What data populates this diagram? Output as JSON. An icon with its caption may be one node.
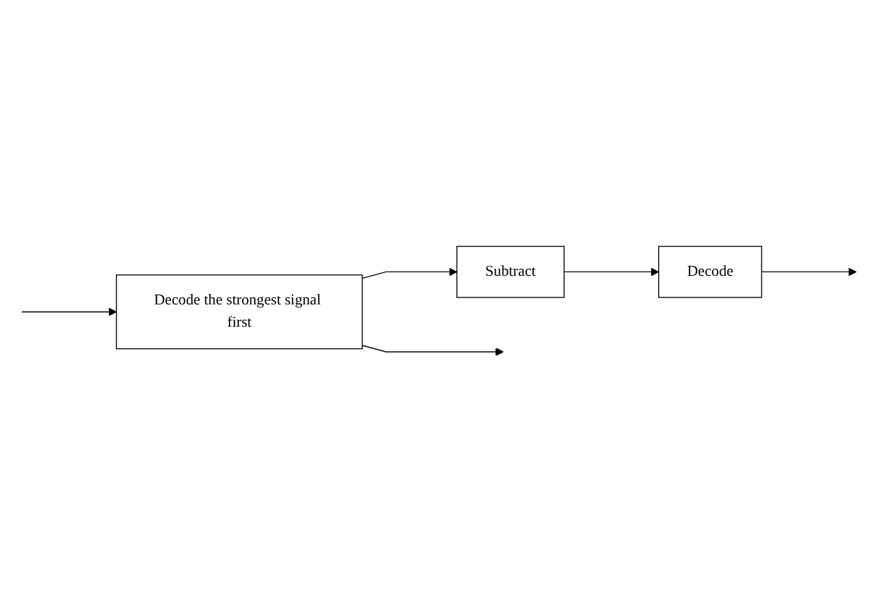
{
  "diagram": {
    "nodes": [
      {
        "text": [
          "Decode the strongest signal first"
        ]
      },
      {
        "text": [
          "Subtract"
        ]
      },
      {
        "text": [
          "Decode"
        ]
      }
    ],
    "edges": [
      {
        "from": null,
        "to": 0,
        "arrow": "to"
      },
      {
        "from": 0,
        "to": null,
        "arrow": "to"
      },
      {
        "from": 0,
        "to": 1,
        "arrow": "to"
      },
      {
        "from": 1,
        "to": 2,
        "arrow": "to"
      },
      {
        "from": 2,
        "to": null,
        "arrow": "to"
      }
    ]
  }
}
